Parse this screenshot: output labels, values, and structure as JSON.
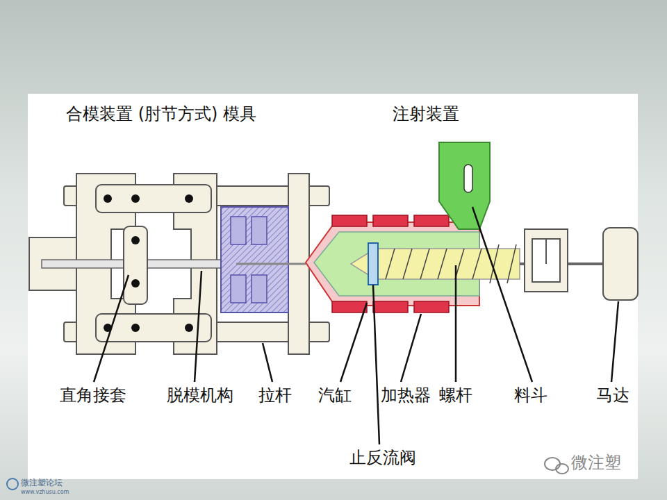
{
  "diagram": {
    "labels": [
      "合模装置 (肘节方式) 模具",
      "注射装置",
      "直角接套",
      "脱模机构",
      "拉杆",
      "汽缸",
      "加热器",
      "螺杆",
      "料斗",
      "马达",
      "止反流阀",
      "微注塑",
      "微注塑论坛",
      "www.vzhusu.com"
    ]
  }
}
